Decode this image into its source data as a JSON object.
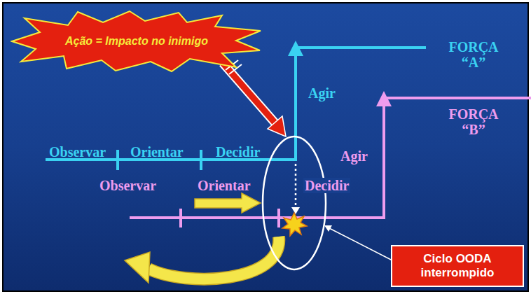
{
  "diagram": {
    "nodes": [
      {
        "text": [
          "Ação = Impacto no inimigo"
        ]
      },
      {
        "text": [
          "Ciclo OODA interrompido"
        ]
      }
    ],
    "labels": [
      "Observar",
      "Orientar",
      "Decidir",
      "Agir",
      "FORÇA “A”",
      "FORÇA “B”",
      "Agir",
      "Observar",
      "Orientar",
      "Decidir"
    ]
  }
}
